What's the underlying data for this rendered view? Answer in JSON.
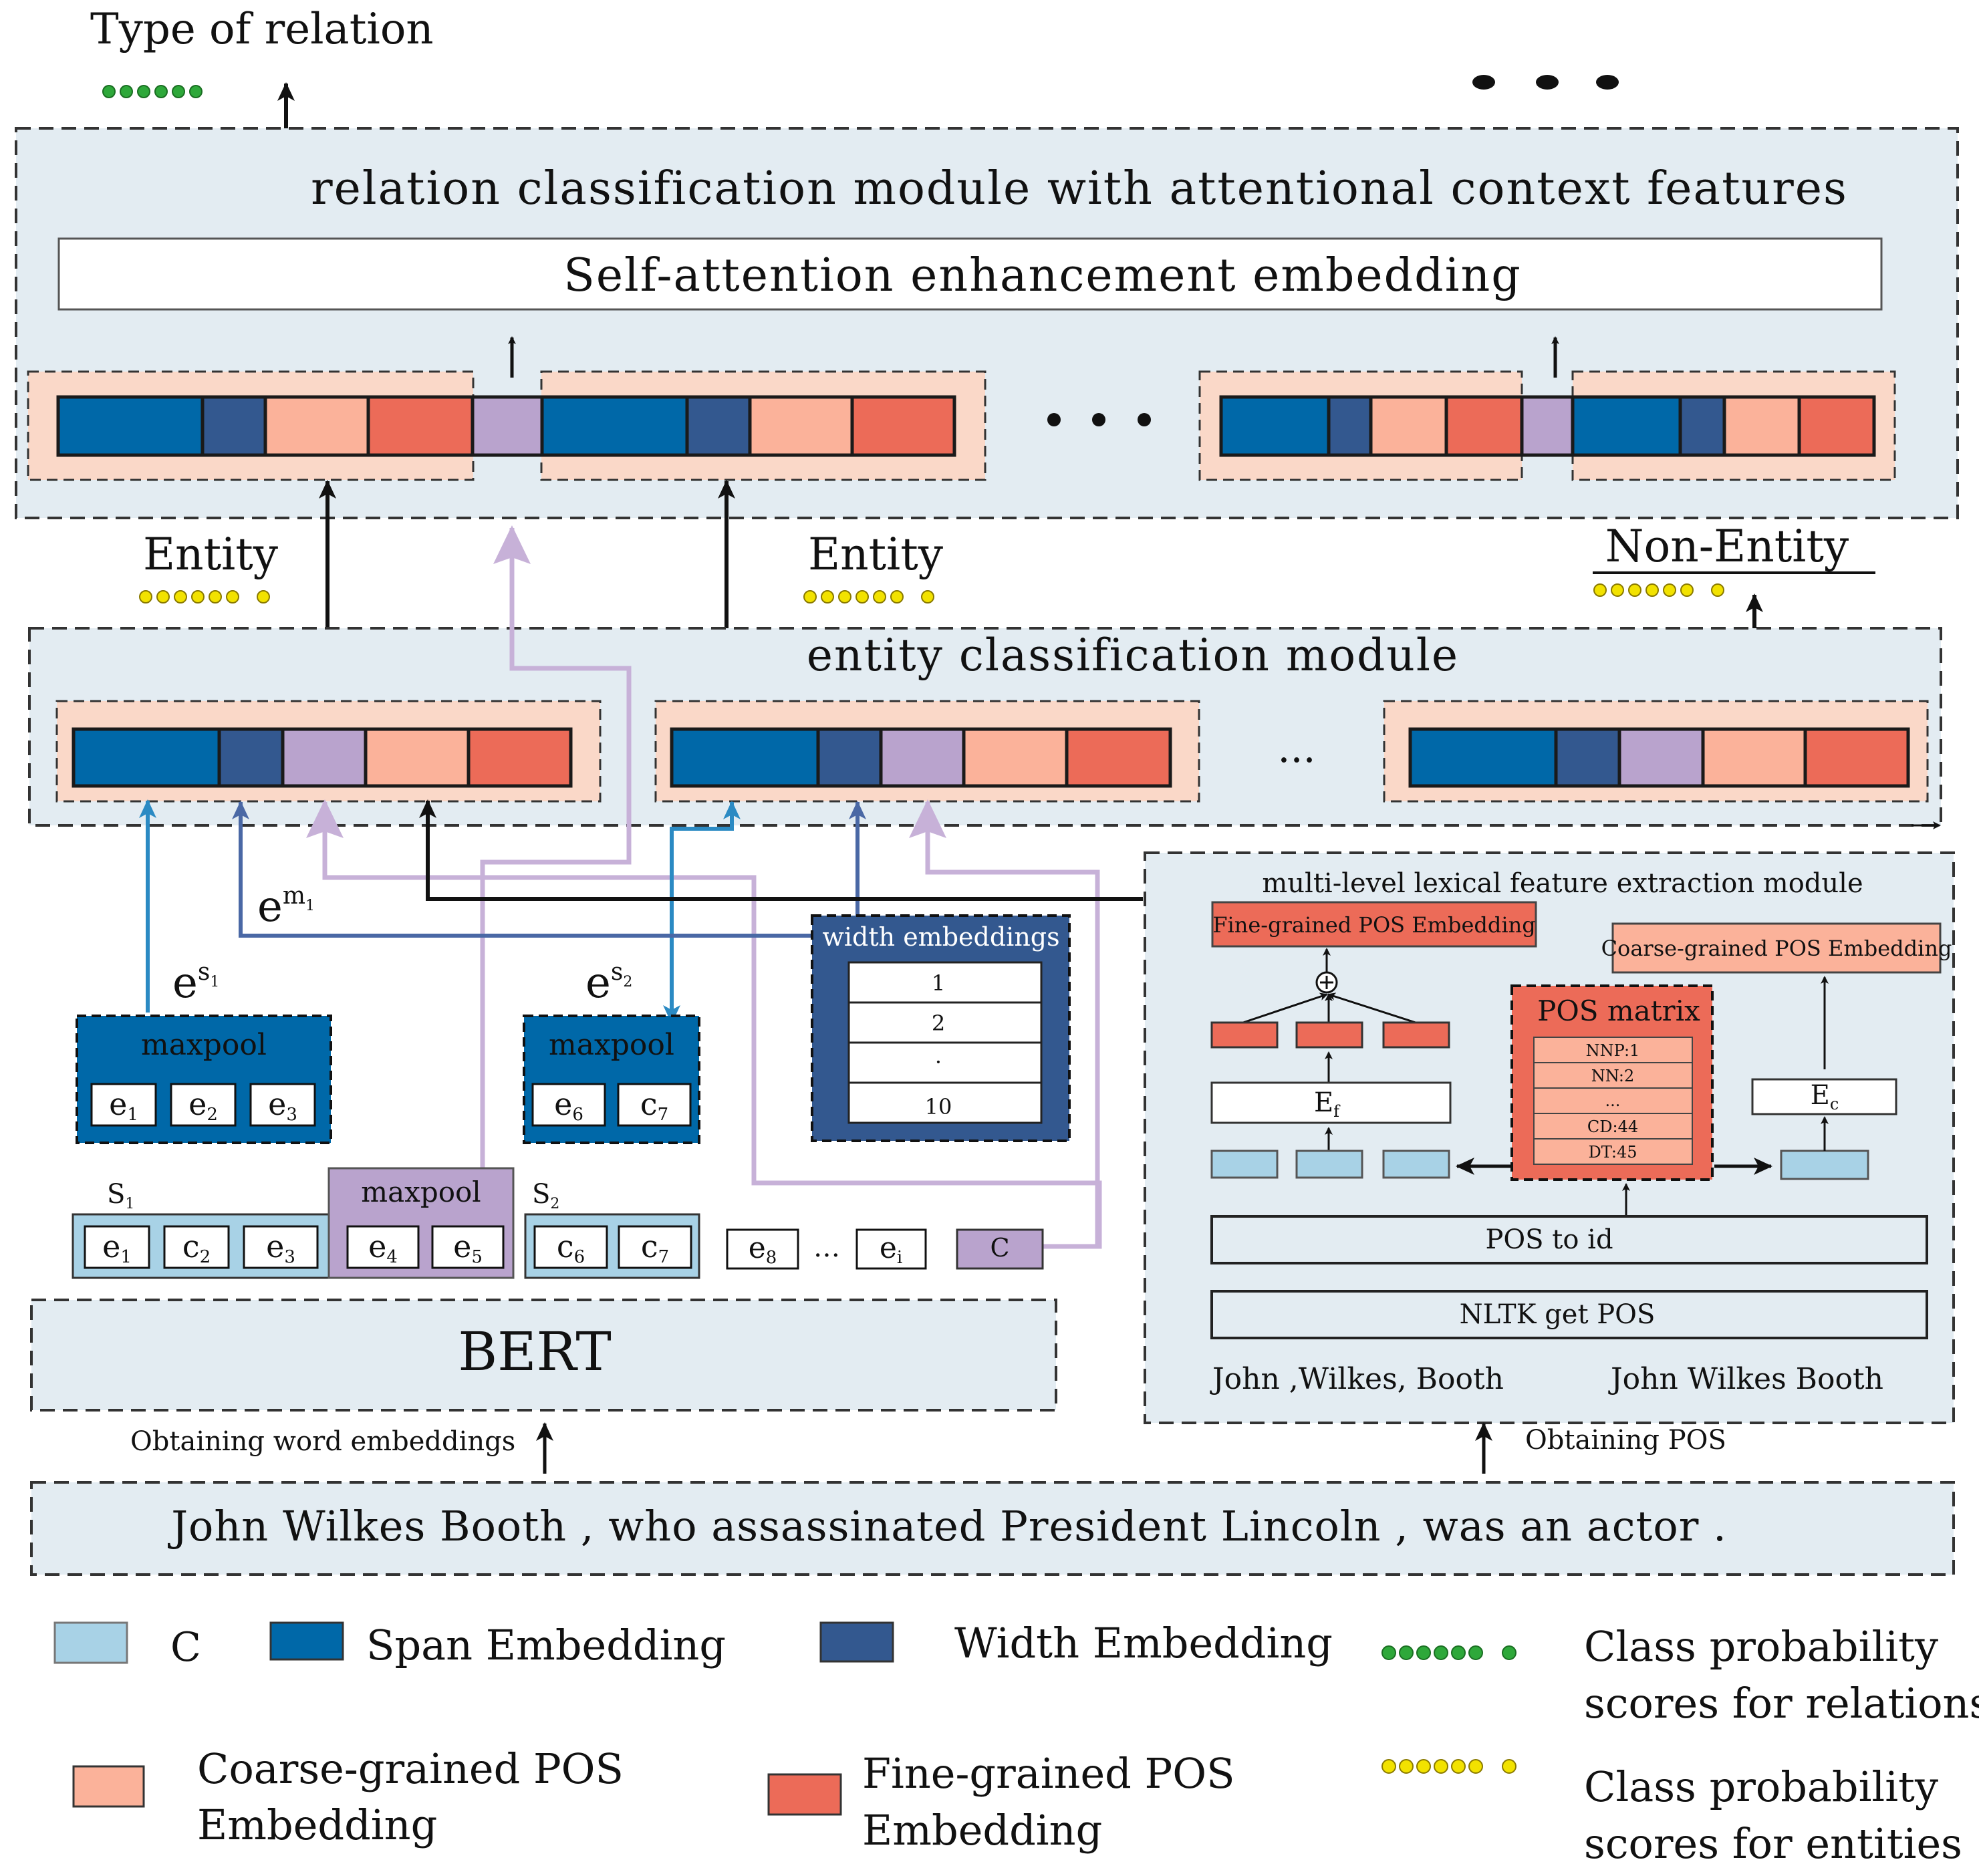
{
  "top": {
    "type_of_relation": "Type of relation"
  },
  "relation_module": {
    "title": "relation classification module with attentional context features",
    "self_attention": "Self-attention enhancement embedding"
  },
  "labels": {
    "entity": "Entity",
    "non_entity": "Non-Entity",
    "em1": "e",
    "em1_sup": "m",
    "em1_sub": "1",
    "es1": "e",
    "es1_sup": "s",
    "es1_sub": "1",
    "es2": "e",
    "es2_sup": "s",
    "es2_sub": "2",
    "dots": "...",
    "ellipsis": "…"
  },
  "entity_module": {
    "title": "entity classification module"
  },
  "width_embeddings": {
    "title": "width embeddings",
    "rows": [
      "1",
      "2",
      "·",
      "10"
    ]
  },
  "maxpool": "maxpool",
  "tokens": {
    "s1": "S",
    "s1_sub": "1",
    "s2": "S",
    "s2_sub": "2",
    "p1": [
      [
        "e",
        "1"
      ],
      [
        "e",
        "2"
      ],
      [
        "e",
        "3"
      ]
    ],
    "p2": [
      [
        "e",
        "6"
      ],
      [
        "c",
        "7"
      ]
    ],
    "row_s1": [
      [
        "e",
        "1"
      ],
      [
        "c",
        "2"
      ],
      [
        "e",
        "3"
      ]
    ],
    "row_mid": [
      [
        "e",
        "4"
      ],
      [
        "e",
        "5"
      ]
    ],
    "row_s2": [
      [
        "c",
        "6"
      ],
      [
        "c",
        "7"
      ]
    ],
    "e8": [
      "e",
      "8"
    ],
    "ei": [
      "e",
      "i"
    ],
    "c": "C"
  },
  "bert": "BERT",
  "lexical": {
    "title": "multi-level lexical feature extraction module",
    "fine": "Fine-grained POS Embedding",
    "coarse": "Coarse-grained POS Embedding",
    "pos_matrix": "POS matrix",
    "pos_rows": [
      "NNP:1",
      "NN:2",
      "...",
      "CD:44",
      "DT:45"
    ],
    "ef": "E",
    "ef_sub": "f",
    "ec": "E",
    "ec_sub": "c",
    "pos_to_id": "POS to id",
    "nltk": "NLTK get POS",
    "words_split": "John ,Wilkes, Booth",
    "words_full": "John Wilkes Booth"
  },
  "obtaining_word": "Obtaining word embeddings",
  "obtaining_pos": "Obtaining POS",
  "sentence": "John Wilkes Booth , who assassinated President Lincoln , was an actor .",
  "legend": {
    "c": "C",
    "span": "Span Embedding",
    "width": "Width Embedding",
    "coarse": [
      "Coarse-grained POS",
      "Embedding"
    ],
    "fine": [
      "Fine-grained POS",
      "Embedding"
    ],
    "rel_scores": [
      "Class probability",
      "scores for relations"
    ],
    "ent_scores": [
      "Class probability",
      "scores for entities"
    ]
  },
  "colors": {
    "span": "#0068a8",
    "width": "#33588f",
    "coarse": "#fbb29a",
    "fine": "#ec6b58",
    "context": "#b9a3cd",
    "c_light": "#a8d2e6",
    "module_bg": "#e3ecf2",
    "pair_bg": "#fad8c8",
    "green_dot": "#2ea83a",
    "yellow_dot": "#f2e200",
    "purple_line": "#c7b1d8",
    "blue_line": "#2b8ac3",
    "navy_line": "#4a68a5"
  }
}
